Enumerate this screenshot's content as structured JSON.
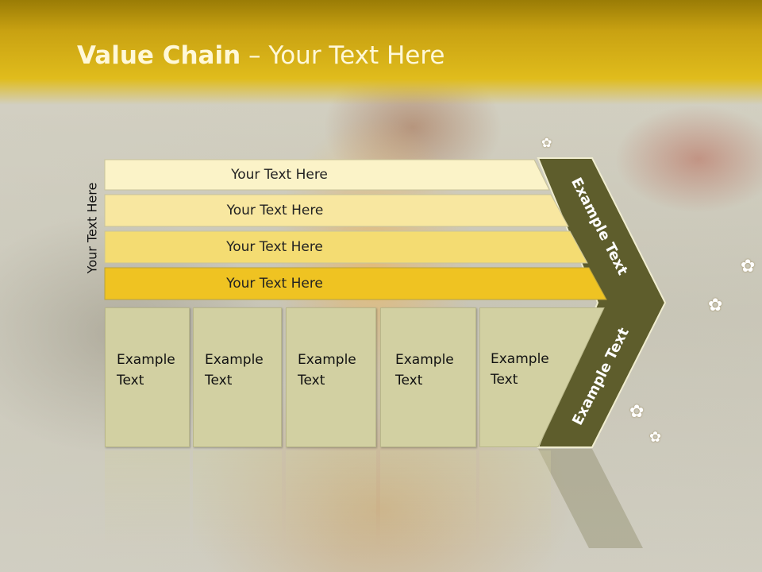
{
  "slide": {
    "title_bold": "Value Chain",
    "title_rest": " – Your Text Here",
    "side_label": "Your Text Here",
    "bars": [
      {
        "label": "Your Text Here",
        "color": "#fbf3c8"
      },
      {
        "label": "Your Text Here",
        "color": "#f8e7a0"
      },
      {
        "label": "Your Text Here",
        "color": "#f4dc72"
      },
      {
        "label": "Your Text Here",
        "color": "#efc322"
      }
    ],
    "boxes": [
      {
        "line1": "Example",
        "line2": "Text"
      },
      {
        "line1": "Example",
        "line2": "Text"
      },
      {
        "line1": "Example",
        "line2": "Text"
      },
      {
        "line1": "Example",
        "line2": "Text"
      },
      {
        "line1": "Example",
        "line2": "Text"
      }
    ],
    "chevron_top_label": "Example Text",
    "chevron_bottom_label": "Example Text",
    "chevron_color": "#5e5d2c",
    "box_color": "#d2d0a2",
    "title_bar_color": "#dcb81c"
  }
}
